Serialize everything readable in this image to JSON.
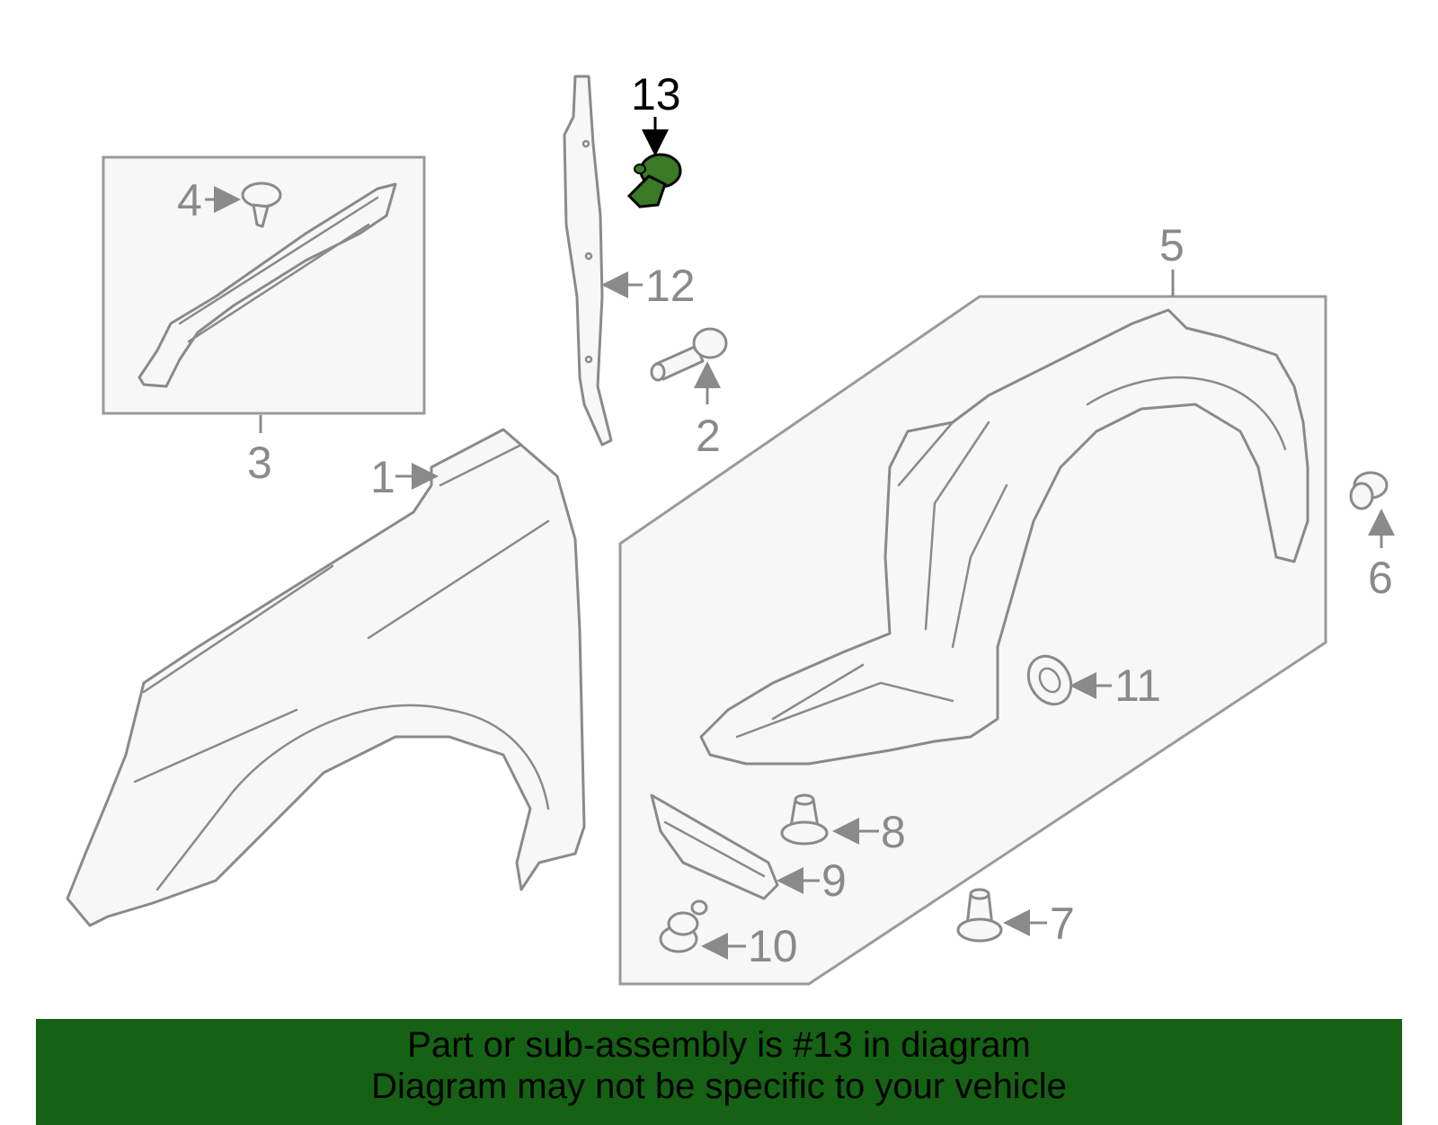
{
  "diagram": {
    "highlight_color": "#3a7a26",
    "highlighted_part": "13",
    "callouts": {
      "c1": "1",
      "c2": "2",
      "c3": "3",
      "c4": "4",
      "c5": "5",
      "c6": "6",
      "c7": "7",
      "c8": "8",
      "c9": "9",
      "c10": "10",
      "c11": "11",
      "c12": "12",
      "c13": "13"
    }
  },
  "footer": {
    "background": "#166214",
    "line1": "Part or sub-assembly is #13 in diagram",
    "line2": "Diagram may not be specific to your vehicle"
  }
}
